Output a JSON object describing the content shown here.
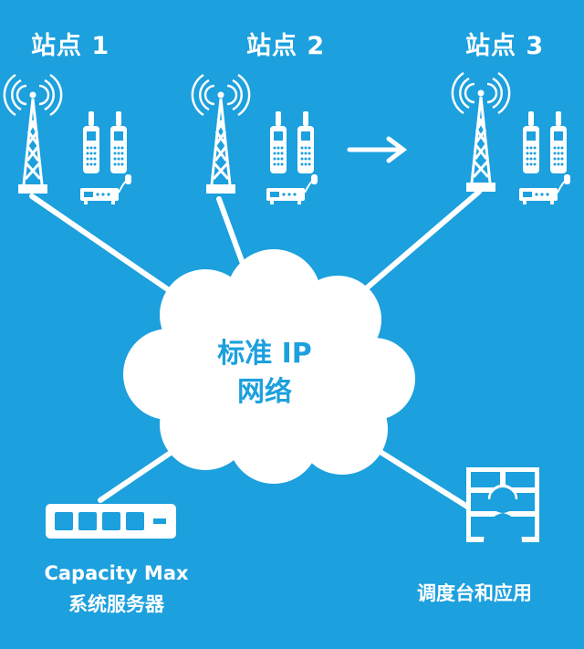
{
  "sites": [
    {
      "label": "站点 1"
    },
    {
      "label": "站点 2"
    },
    {
      "label": "站点 3"
    }
  ],
  "network": {
    "line1": "标准 IP",
    "line2": "网络"
  },
  "server": {
    "title": "Capacity Max",
    "subtitle": "系统服务器"
  },
  "dispatch": {
    "label": "调度台和应用"
  },
  "colors": {
    "background": "#1ca0de",
    "foreground": "#ffffff"
  },
  "icons": [
    "radio-tower-icon",
    "portable-radio-icon",
    "mobile-radio-icon",
    "arrow-right-icon",
    "ip-cloud-icon",
    "server-icon",
    "dispatcher-icon"
  ]
}
